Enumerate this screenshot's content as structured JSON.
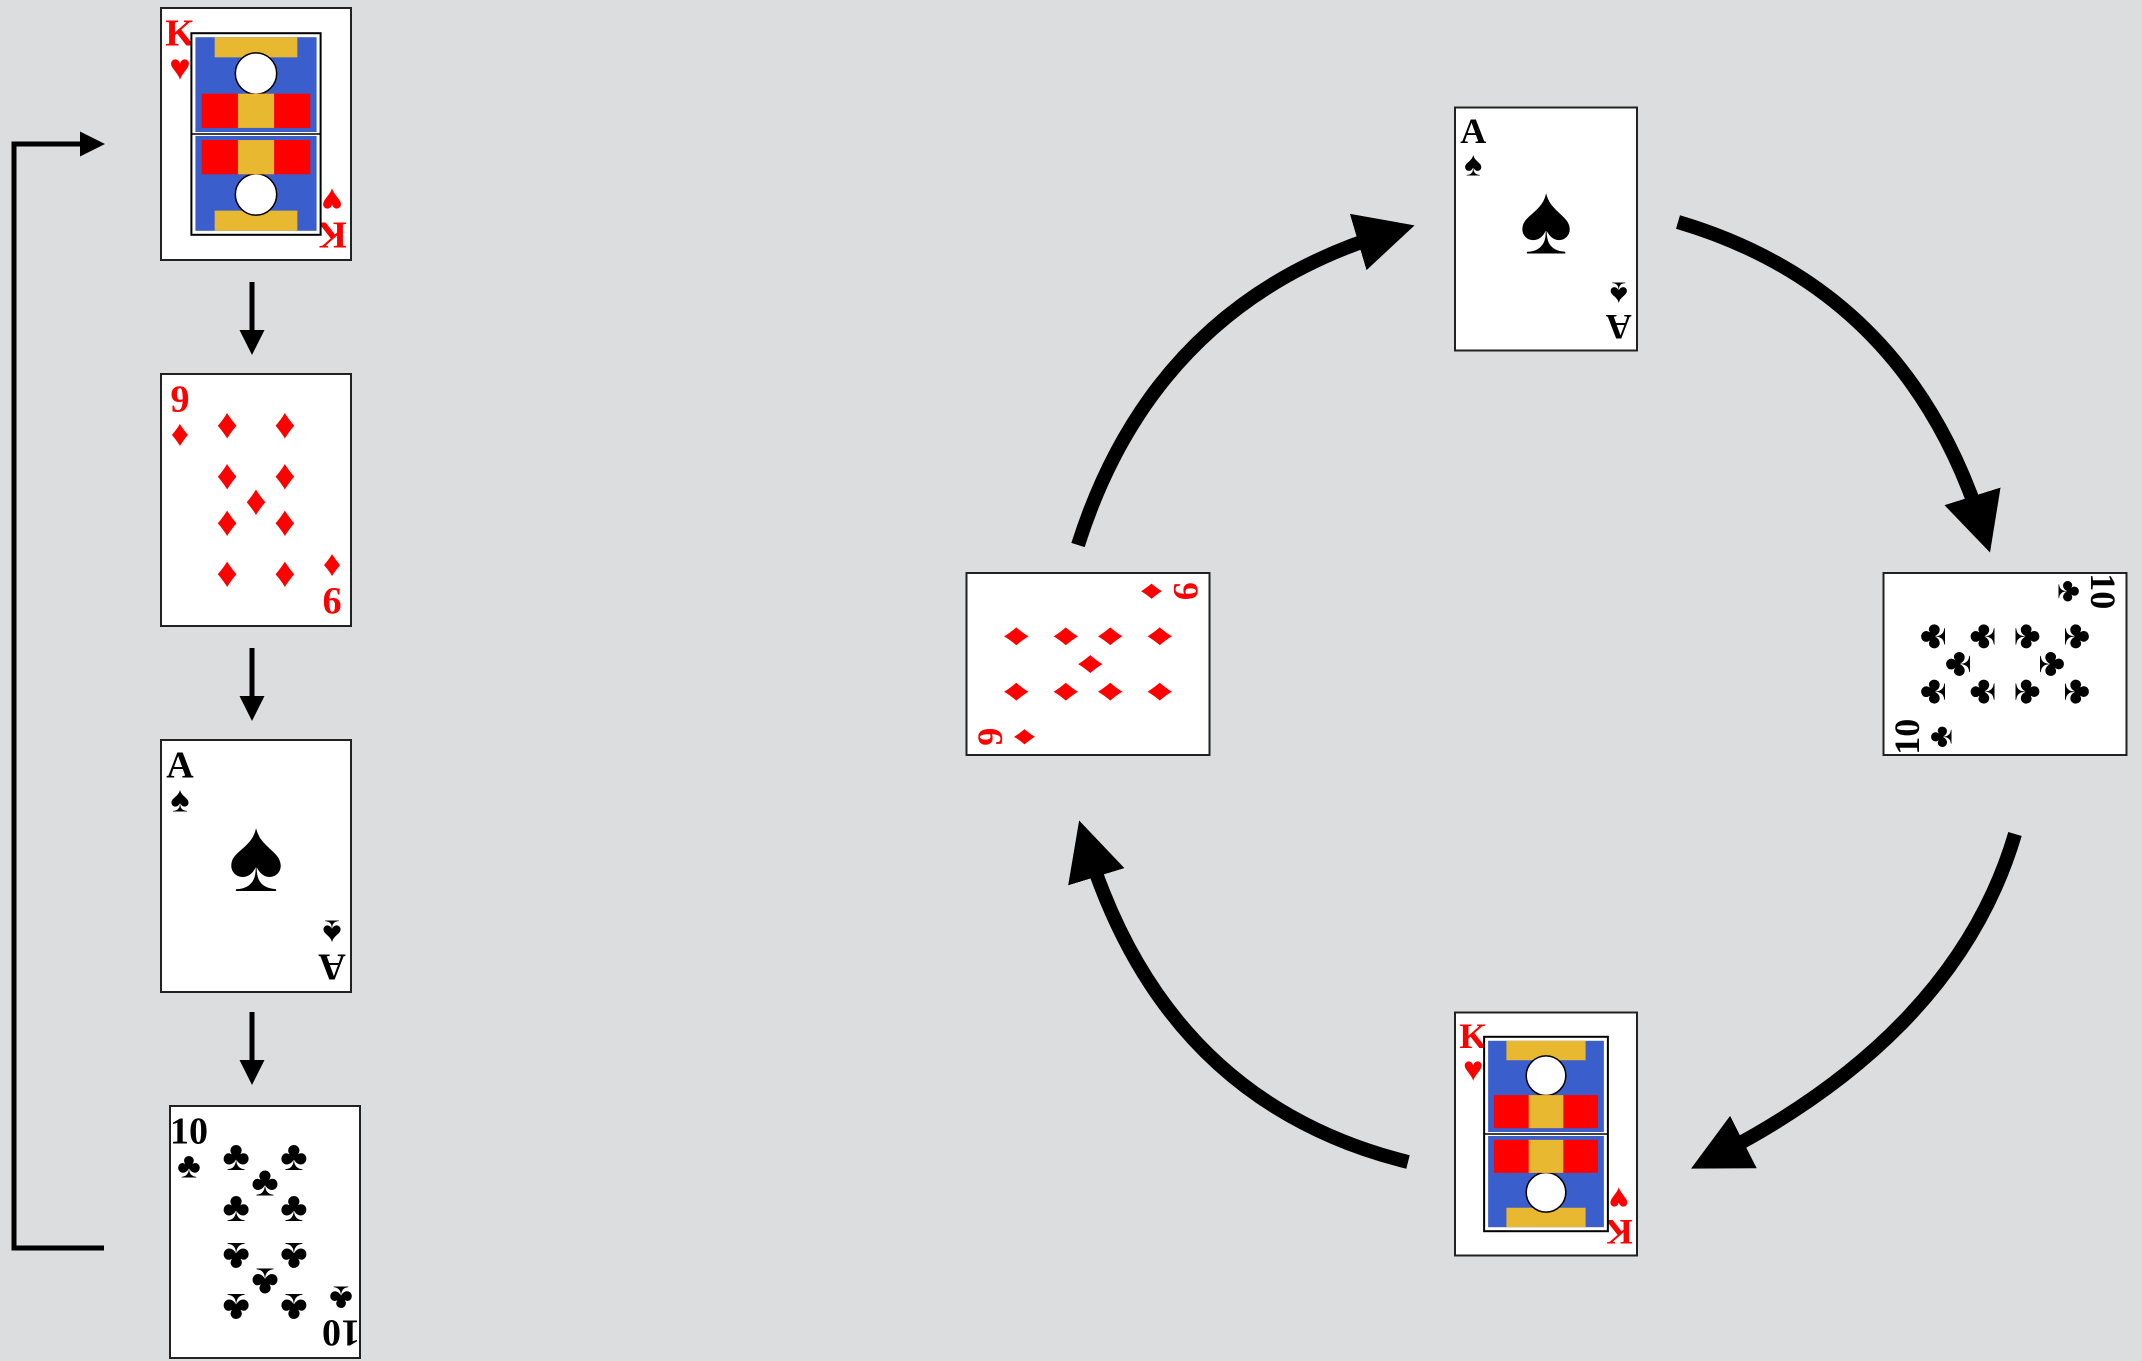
{
  "colors": {
    "background": "#dcdddf",
    "red": "#ff0000",
    "black": "#000000",
    "face_gold": "#e8b830",
    "face_blue": "#3a5fcd"
  },
  "cards": {
    "king_hearts": {
      "rank": "K",
      "suit": "♥",
      "color": "red"
    },
    "nine_diamonds": {
      "rank": "9",
      "suit": "♦",
      "color": "red"
    },
    "ace_spades": {
      "rank": "A",
      "suit": "♠",
      "color": "black"
    },
    "ten_clubs": {
      "rank": "10",
      "suit": "♣",
      "color": "black"
    }
  },
  "linear_list": {
    "order": [
      "king_hearts",
      "nine_diamonds",
      "ace_spades",
      "ten_clubs"
    ],
    "arrow_icon": "arrow-down-icon",
    "return_arrow_icon": "loop-back-arrow-icon"
  },
  "circular_list": {
    "order": [
      "ace_spades",
      "ten_clubs",
      "king_hearts",
      "nine_diamonds"
    ],
    "arrow_icon": "curved-arrow-icon"
  }
}
